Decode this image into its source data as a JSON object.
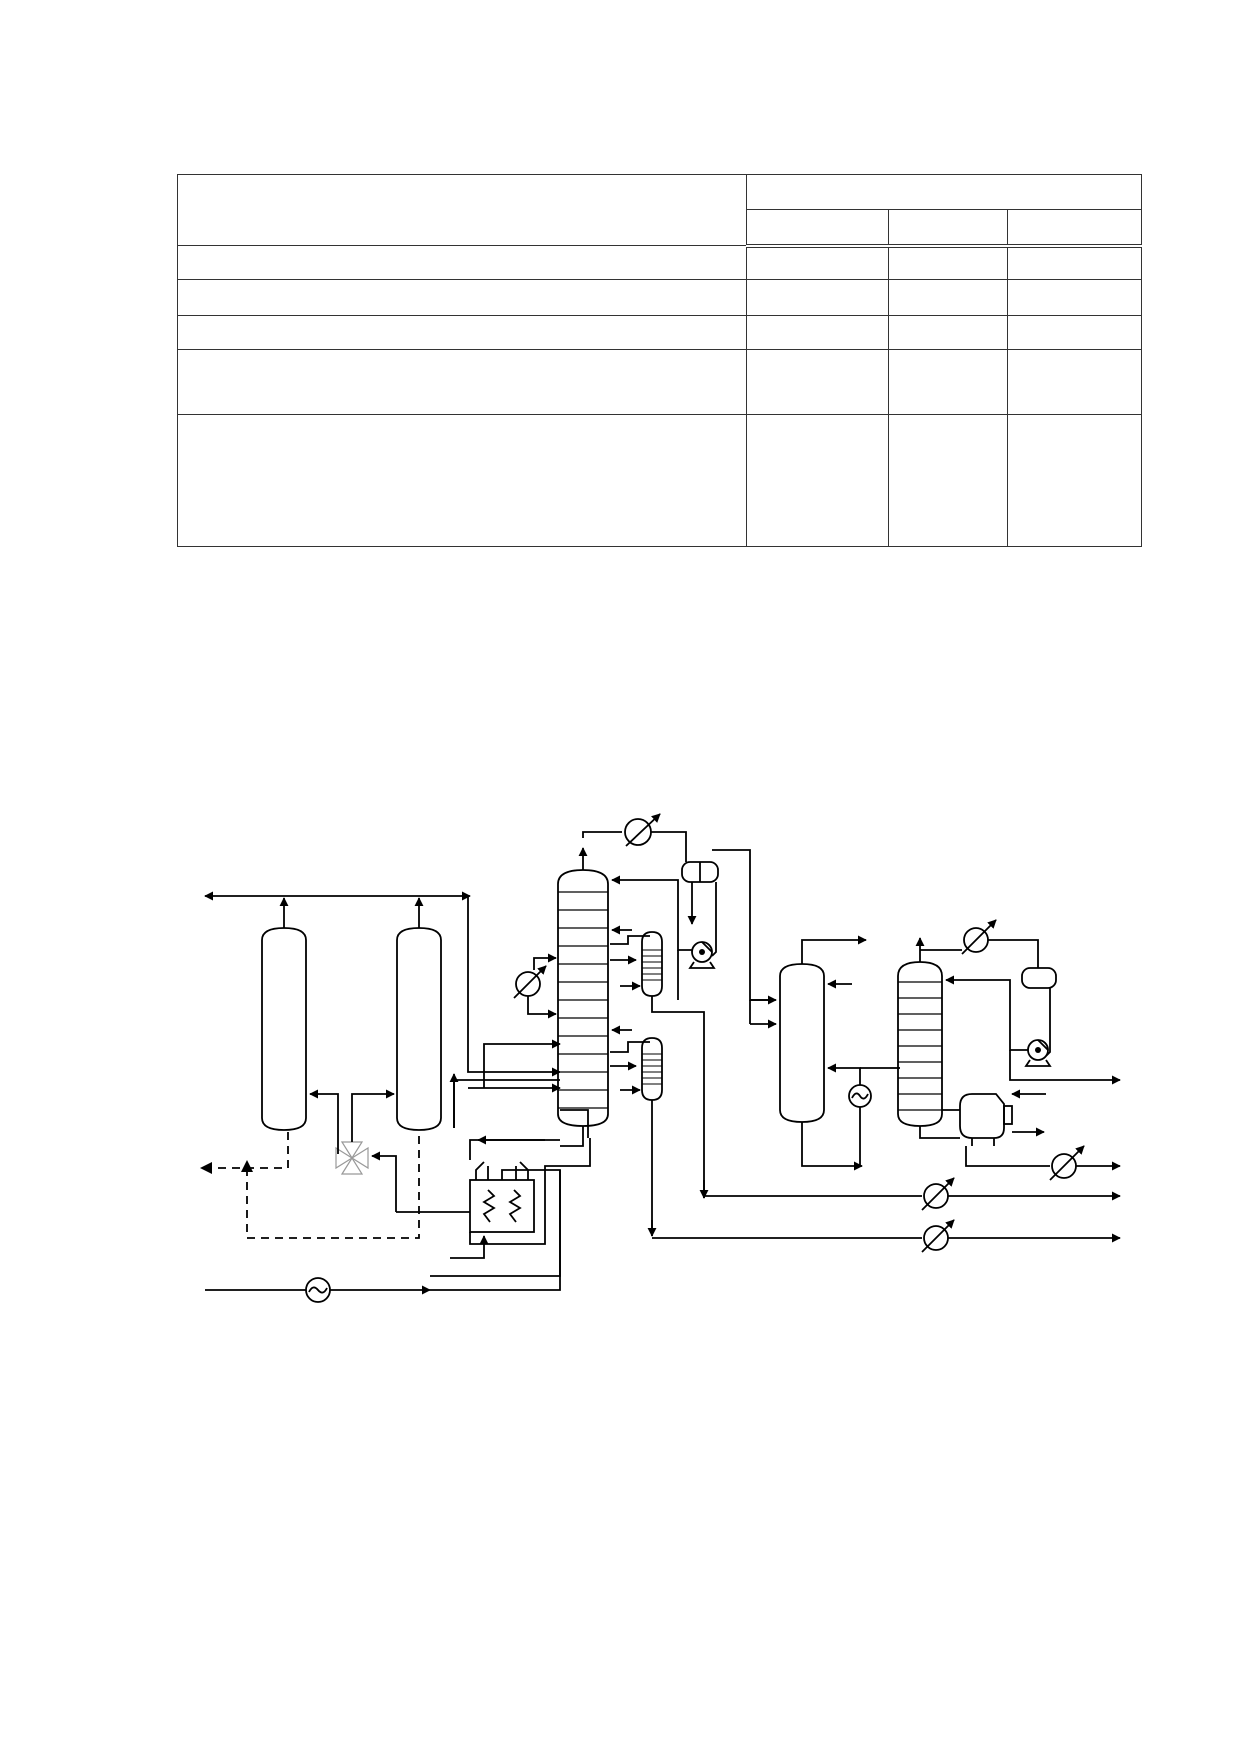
{
  "table": {
    "header_group": "",
    "header_sub": [
      "",
      "",
      ""
    ],
    "rows": [
      [
        "",
        "",
        "",
        ""
      ],
      [
        "",
        "",
        "",
        ""
      ],
      [
        "",
        "",
        "",
        ""
      ],
      [
        "",
        "",
        "",
        ""
      ],
      [
        "",
        "",
        "",
        ""
      ]
    ]
  },
  "diagram": {
    "equipment": [
      "adsorber-column",
      "adsorber-column",
      "fired-heater",
      "main-fractionator",
      "side-stripper",
      "side-stripper",
      "overhead-reflux-drum",
      "flash-drum",
      "stabilizer-column",
      "stabilizer-reflux-drum",
      "kettle-reboiler",
      "feed-preheater",
      "four-way-valve",
      "reflux-pump",
      "reflux-pump",
      "air-cooler",
      "product-cooler",
      "product-cooler",
      "product-cooler",
      "product-cooler",
      "pumparound-cooler",
      "heat-exchanger"
    ],
    "icons": [
      "arrow-icon",
      "cooler-icon",
      "pump-icon",
      "exchanger-icon",
      "valve-icon",
      "heater-coil-icon"
    ]
  }
}
